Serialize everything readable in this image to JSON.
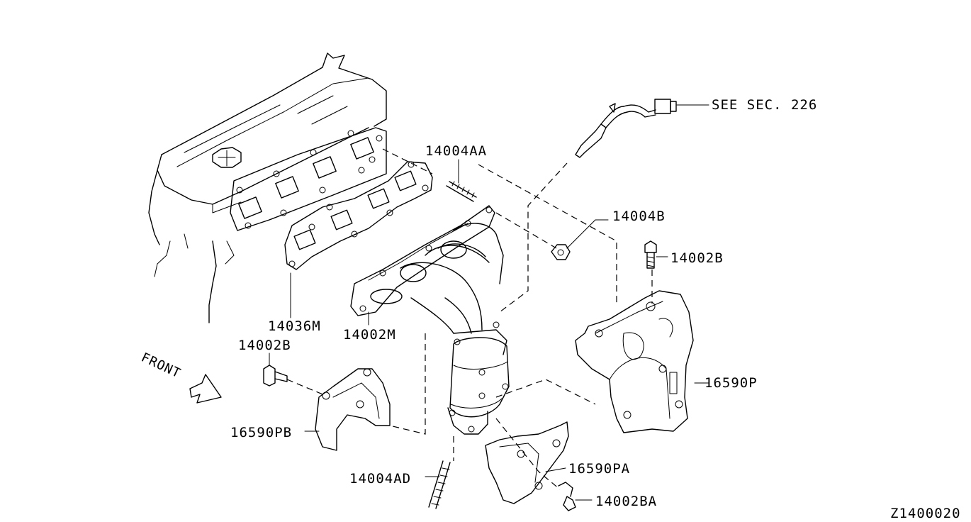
{
  "diagram": {
    "drawing_id": "Z1400020",
    "front_label": "FRONT",
    "see_section": "SEE SEC. 226",
    "part_labels": {
      "p14004AA": "14004AA",
      "p14004B": "14004B",
      "p14002B_top": "14002B",
      "p14036M": "14036M",
      "p14002M": "14002M",
      "p14002B_left": "14002B",
      "p16590P": "16590P",
      "p16590PB": "16590PB",
      "p16590PA": "16590PA",
      "p14004AD": "14004AD",
      "p14002BA": "14002BA"
    }
  }
}
